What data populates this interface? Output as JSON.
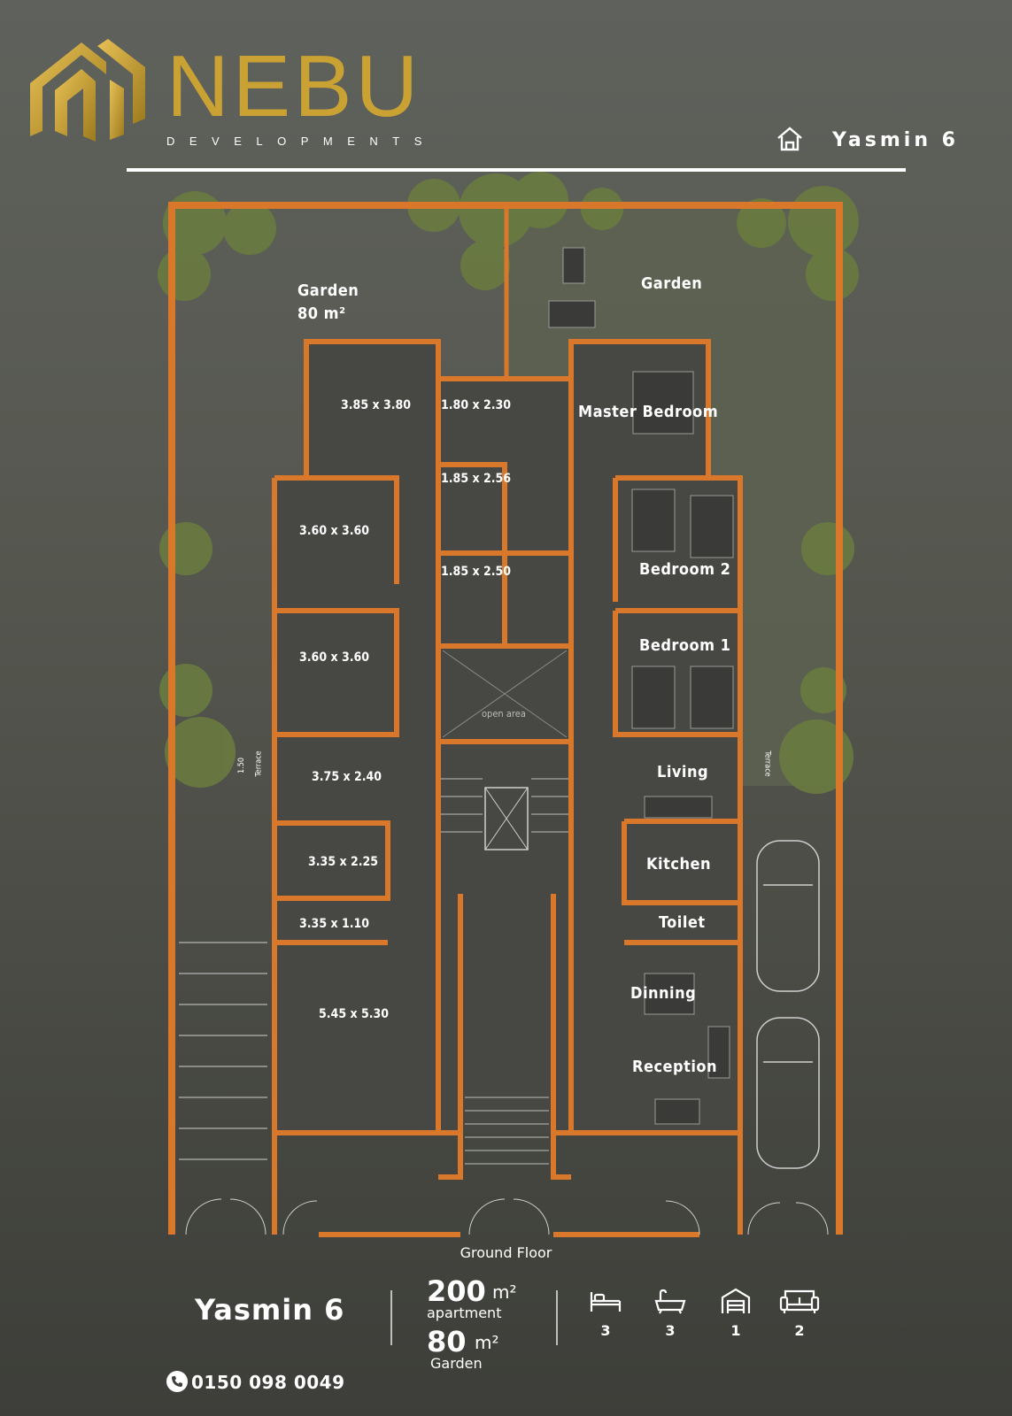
{
  "brand": {
    "name": "NEBU",
    "subtitle": "DEVELOPMENTS"
  },
  "header": {
    "title": "Yasmin 6"
  },
  "plan": {
    "floor_label": "Ground Floor",
    "rooms": {
      "garden_left": "Garden",
      "garden_left_area": "80 m²",
      "garden_right": "Garden",
      "r1": "3.85 x 3.80",
      "r2": "1.80 x 2.30",
      "r3": "1.85 x 2.56",
      "r4": "1.85 x 2.50",
      "r5": "3.60 x 3.60",
      "r6": "3.60 x 3.60",
      "r7": "3.75 x 2.40",
      "r8": "3.35 x 2.25",
      "r9": "3.35 x 1.10",
      "r10": "5.45 x 5.30",
      "master_bedroom": "Master Bedroom",
      "bedroom2": "Bedroom 2",
      "bedroom1": "Bedroom 1",
      "open_area": "open area",
      "living": "Living",
      "kitchen": "Kitchen",
      "toilet": "Toilet",
      "dinning": "Dinning",
      "reception": "Reception",
      "terrace_left": "Terrace",
      "terrace_right": "Terrace",
      "terrace_size": "1.50"
    }
  },
  "specs": {
    "title": "Yasmin 6",
    "apartment_area_value": "200",
    "apartment_area_unit": "m²",
    "apartment_label": "apartment",
    "garden_area_value": "80",
    "garden_area_unit": "m²",
    "garden_label": "Garden",
    "amenities": [
      {
        "icon": "bed-icon",
        "count": "3"
      },
      {
        "icon": "bathtub-icon",
        "count": "3"
      },
      {
        "icon": "garage-icon",
        "count": "1"
      },
      {
        "icon": "sofa-icon",
        "count": "2"
      }
    ]
  },
  "contact": {
    "phone": "0150 098 0049"
  },
  "colors": {
    "wall": "#d9782a",
    "gold": "#c9a233",
    "floor": "#4a4b47",
    "lawn": "#5c6150"
  }
}
